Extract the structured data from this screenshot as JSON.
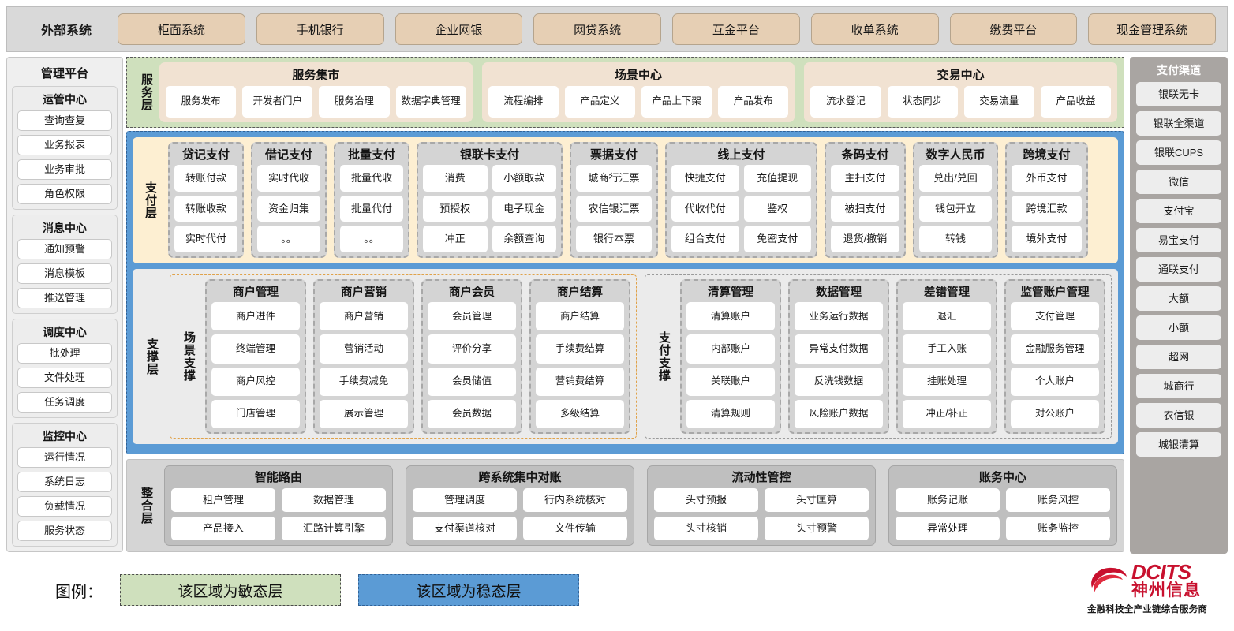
{
  "external": {
    "title": "外部系统",
    "items": [
      "柜面系统",
      "手机银行",
      "企业网银",
      "网贷系统",
      "互金平台",
      "收单系统",
      "缴费平台",
      "现金管理系统"
    ]
  },
  "left_panel": {
    "title": "管理平台",
    "groups": [
      {
        "title": "运管中心",
        "items": [
          "查询查复",
          "业务报表",
          "业务审批",
          "角色权限"
        ]
      },
      {
        "title": "消息中心",
        "items": [
          "通知预警",
          "消息模板",
          "推送管理"
        ]
      },
      {
        "title": "调度中心",
        "items": [
          "批处理",
          "文件处理",
          "任务调度"
        ]
      },
      {
        "title": "监控中心",
        "items": [
          "运行情况",
          "系统日志",
          "负载情况",
          "服务状态"
        ]
      }
    ]
  },
  "right_panel": {
    "title": "支付渠道",
    "items": [
      "银联无卡",
      "银联全渠道",
      "银联CUPS",
      "微信",
      "支付宝",
      "易宝支付",
      "通联支付",
      "大额",
      "小额",
      "超网",
      "城商行",
      "农信银",
      "城银清算"
    ]
  },
  "service_layer": {
    "label": "服务层",
    "groups": [
      {
        "title": "服务集市",
        "items": [
          "服务发布",
          "开发者门户",
          "服务治理",
          "数据字典管理"
        ]
      },
      {
        "title": "场景中心",
        "items": [
          "流程编排",
          "产品定义",
          "产品上下架",
          "产品发布"
        ]
      },
      {
        "title": "交易中心",
        "items": [
          "流水登记",
          "状态同步",
          "交易流量",
          "产品收益"
        ]
      }
    ]
  },
  "payment_layer": {
    "label": "支付层",
    "groups": [
      {
        "title": "贷记支付",
        "cols": 1,
        "width": 96,
        "rows": [
          [
            "转账付款"
          ],
          [
            "转账收款"
          ],
          [
            "实时代付"
          ]
        ]
      },
      {
        "title": "借记支付",
        "cols": 1,
        "width": 96,
        "rows": [
          [
            "实时代收"
          ],
          [
            "资金归集"
          ],
          [
            "。。"
          ]
        ]
      },
      {
        "title": "批量支付",
        "cols": 1,
        "width": 96,
        "rows": [
          [
            "批量代收"
          ],
          [
            "批量代付"
          ],
          [
            "。。"
          ]
        ]
      },
      {
        "title": "银联卡支付",
        "cols": 2,
        "width": 185,
        "rows": [
          [
            "消费",
            "小额取款"
          ],
          [
            "预授权",
            "电子现金"
          ],
          [
            "冲正",
            "余额查询"
          ]
        ]
      },
      {
        "title": "票据支付",
        "cols": 1,
        "width": 112,
        "rows": [
          [
            "城商行汇票"
          ],
          [
            "农信银汇票"
          ],
          [
            "银行本票"
          ]
        ]
      },
      {
        "title": "线上支付",
        "cols": 2,
        "width": 193,
        "rows": [
          [
            "快捷支付",
            "充值提现"
          ],
          [
            "代收代付",
            "鉴权"
          ],
          [
            "组合支付",
            "免密支付"
          ]
        ]
      },
      {
        "title": "条码支付",
        "cols": 1,
        "width": 103,
        "rows": [
          [
            "主扫支付"
          ],
          [
            "被扫支付"
          ],
          [
            "退货/撤销"
          ]
        ]
      },
      {
        "title": "数字人民币",
        "cols": 1,
        "width": 108,
        "rows": [
          [
            "兑出/兑回"
          ],
          [
            "钱包开立"
          ],
          [
            "转钱"
          ]
        ]
      },
      {
        "title": "跨境支付",
        "cols": 1,
        "width": 105,
        "rows": [
          [
            "外币支付"
          ],
          [
            "跨境汇款"
          ],
          [
            "境外支付"
          ]
        ]
      }
    ]
  },
  "support_layer": {
    "label": "支撑层",
    "scene": {
      "label": "场景支撑",
      "cards": [
        {
          "title": "商户管理",
          "items": [
            "商户进件",
            "终端管理",
            "商户风控",
            "门店管理"
          ]
        },
        {
          "title": "商户营销",
          "items": [
            "商户营销",
            "营销活动",
            "手续费减免",
            "展示管理"
          ]
        },
        {
          "title": "商户会员",
          "items": [
            "会员管理",
            "评价分享",
            "会员储值",
            "会员数据"
          ]
        },
        {
          "title": "商户结算",
          "items": [
            "商户结算",
            "手续费结算",
            "营销费结算",
            "多级结算"
          ]
        }
      ]
    },
    "paysup": {
      "label": "支付支撑",
      "cards": [
        {
          "title": "清算管理",
          "items": [
            "清算账户",
            "内部账户",
            "关联账户",
            "清算规则"
          ]
        },
        {
          "title": "数据管理",
          "items": [
            "业务运行数据",
            "异常支付数据",
            "反洗钱数据",
            "风险账户数据"
          ]
        },
        {
          "title": "差错管理",
          "items": [
            "退汇",
            "手工入账",
            "挂账处理",
            "冲正/补正"
          ]
        },
        {
          "title": "监管账户管理",
          "items": [
            "支付管理",
            "金融服务管理",
            "个人账户",
            "对公账户"
          ]
        }
      ]
    }
  },
  "integration_layer": {
    "label": "整合层",
    "groups": [
      {
        "title": "智能路由",
        "rows": [
          [
            "租户管理",
            "数据管理"
          ],
          [
            "产品接入",
            "汇路计算引擎"
          ]
        ]
      },
      {
        "title": "跨系统集中对账",
        "rows": [
          [
            "管理调度",
            "行内系统核对"
          ],
          [
            "支付渠道核对",
            "文件传输"
          ]
        ]
      },
      {
        "title": "流动性管控",
        "rows": [
          [
            "头寸预报",
            "头寸匡算"
          ],
          [
            "头寸核销",
            "头寸预警"
          ]
        ]
      },
      {
        "title": "账务中心",
        "rows": [
          [
            "账务记账",
            "账务风控"
          ],
          [
            "异常处理",
            "账务监控"
          ]
        ]
      }
    ]
  },
  "legend": {
    "label": "图例：",
    "agile_text": "该区域为敏态层",
    "stable_text": "该区域为稳态层",
    "agile_color": "#cfe0bd",
    "stable_color": "#5b9bd5"
  },
  "logo": {
    "en": "DCITS",
    "cn": "神州信息",
    "tagline": "金融科技全产业链综合服务商",
    "color": "#c8102e"
  }
}
